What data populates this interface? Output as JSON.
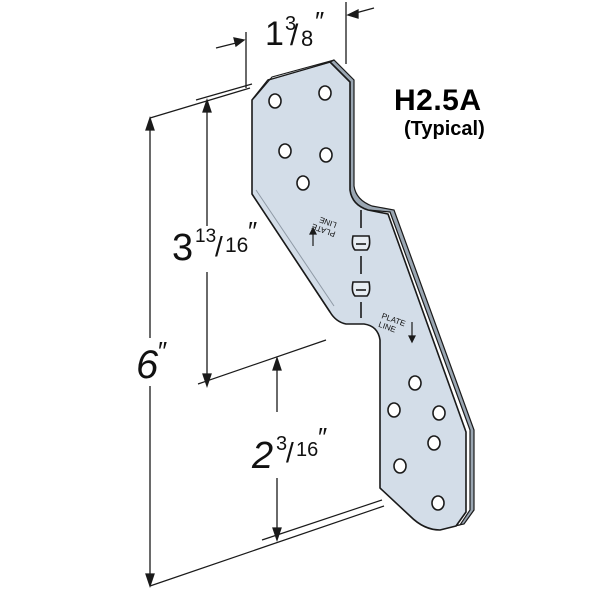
{
  "product": {
    "model": "H2.5A",
    "note": "(Typical)"
  },
  "dimensions": {
    "width": {
      "whole": "1",
      "num": "3",
      "den": "8",
      "unit": "″"
    },
    "upper_height": {
      "whole": "3",
      "num": "13",
      "den": "16",
      "unit": "″"
    },
    "lower_height": {
      "whole": "2",
      "num": "3",
      "den": "16",
      "unit": "″"
    },
    "total_height": {
      "whole": "6",
      "unit": "″"
    }
  },
  "plate_labels": {
    "upper": [
      "PLATE",
      "LINE"
    ],
    "lower": [
      "PLATE",
      "LINE"
    ]
  },
  "colors": {
    "plate_fill": "#d3dde8",
    "plate_edge": "#b8c4d0",
    "line": "#1a1a1a"
  }
}
